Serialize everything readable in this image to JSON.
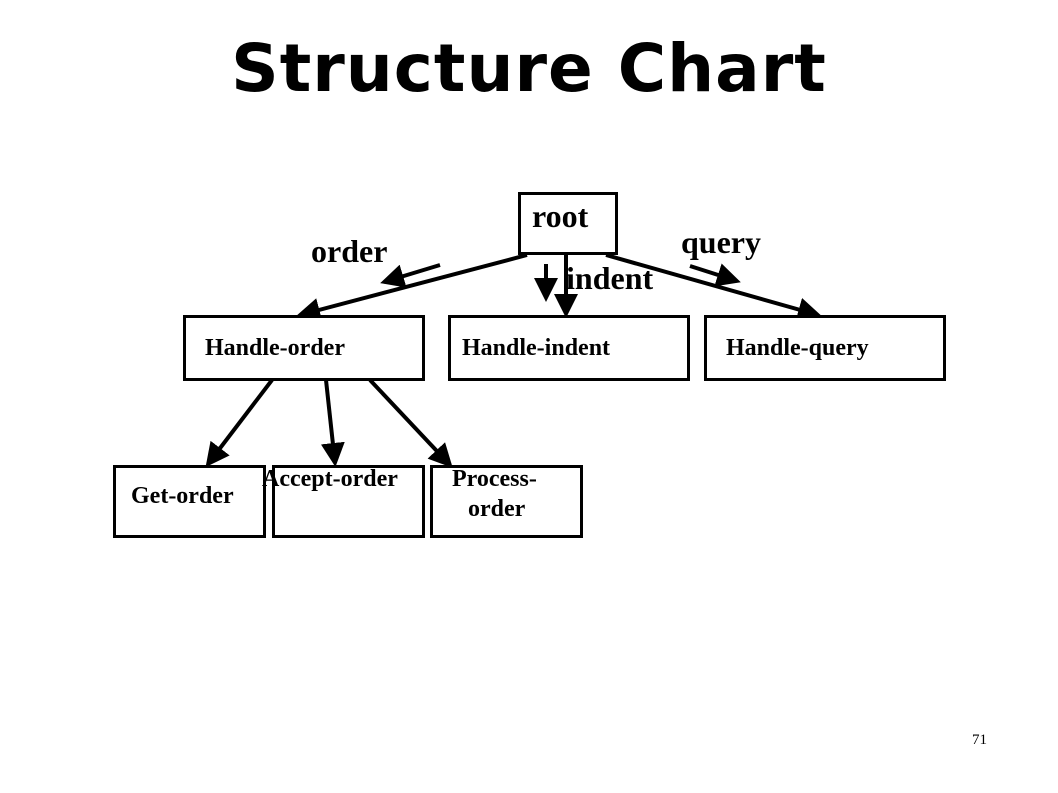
{
  "title": "Structure Chart",
  "modules": {
    "root": "root",
    "handle_order": "Handle-order",
    "handle_indent": "Handle-indent",
    "handle_query": "Handle-query",
    "get_order": "Get-order",
    "accept_order": "Accept-order",
    "process_order_line1": "Process-",
    "process_order_line2": "order"
  },
  "data_flows": {
    "order": "order",
    "indent": "indent",
    "query": "query"
  },
  "page_number": "71"
}
